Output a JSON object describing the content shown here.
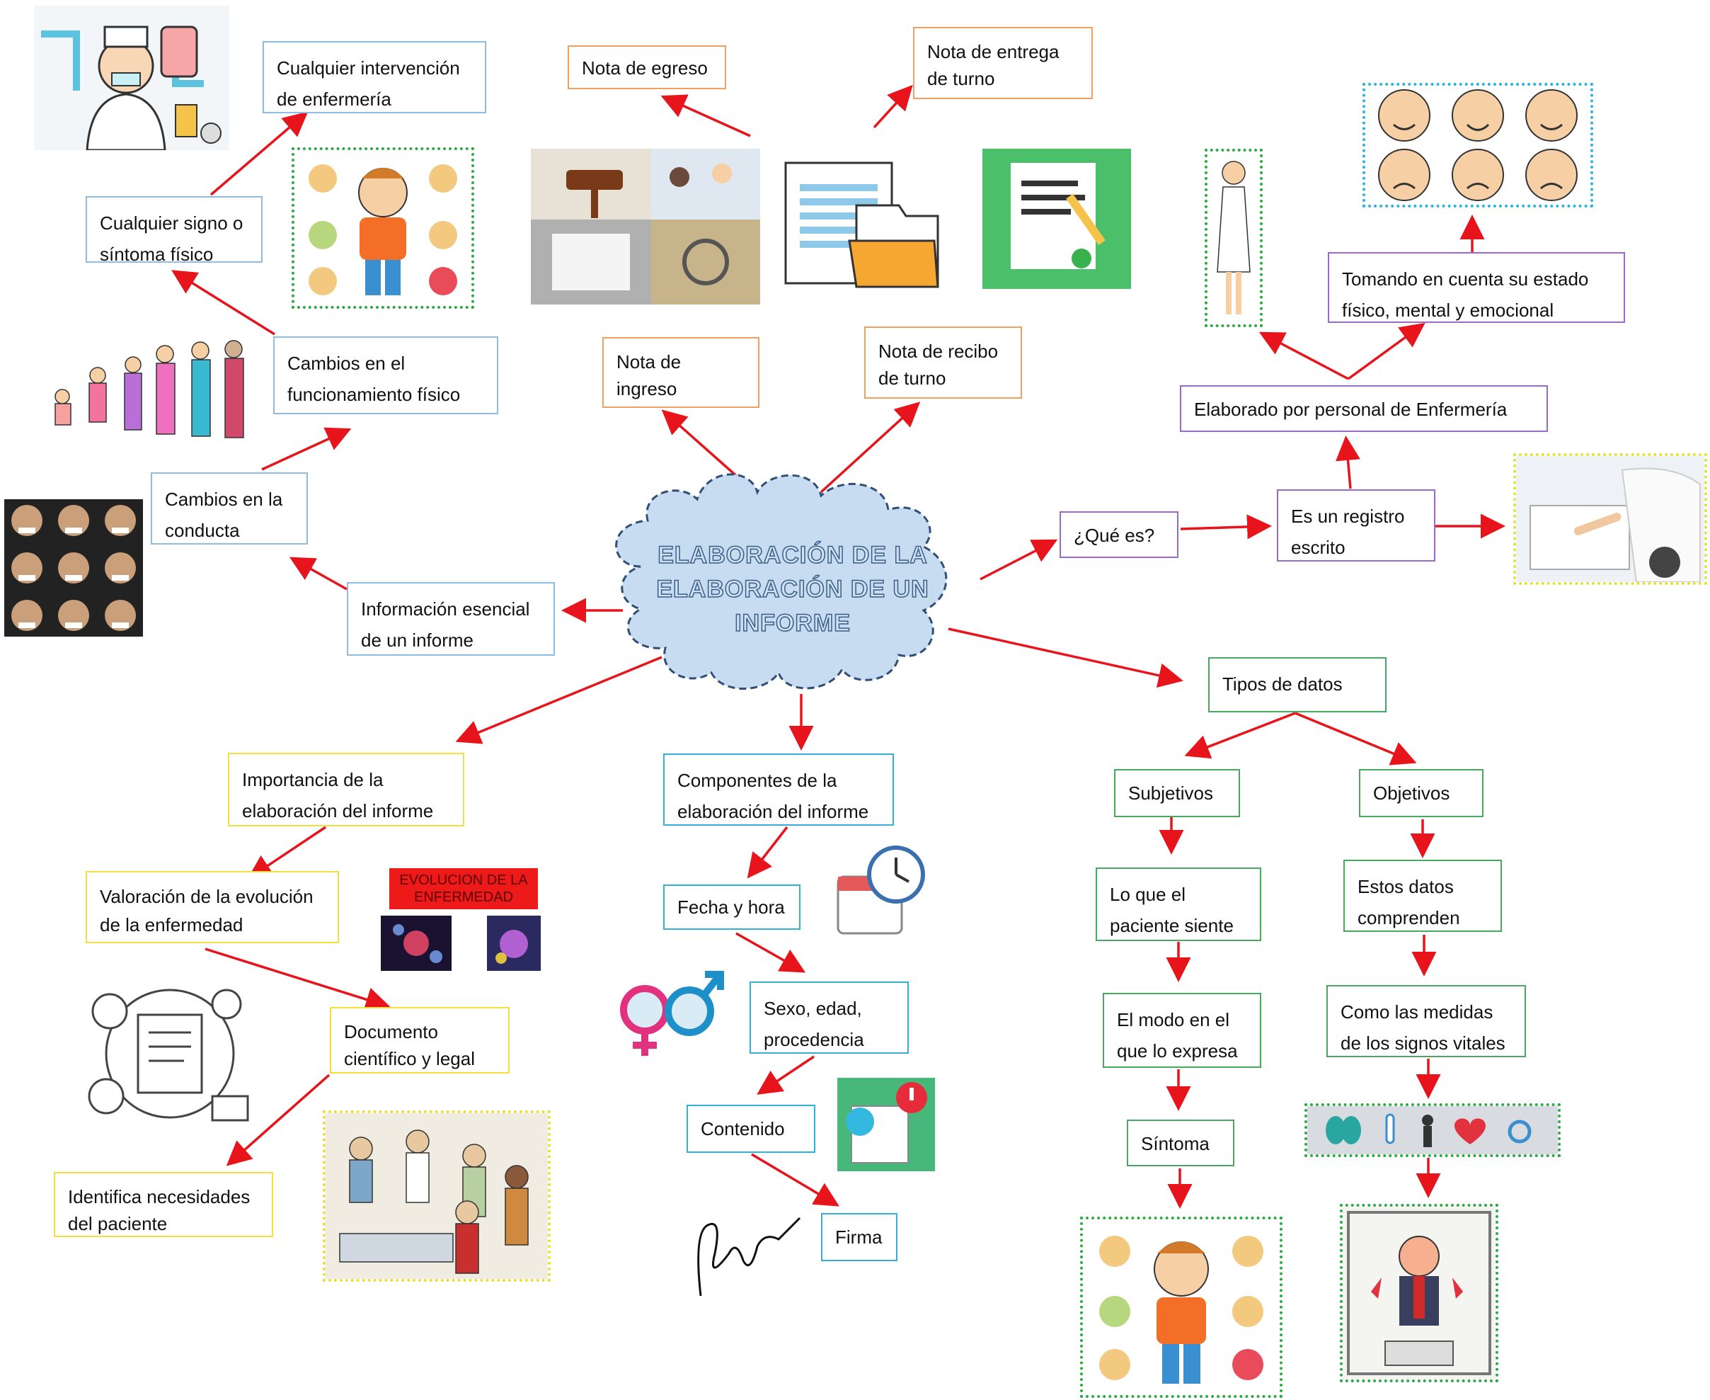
{
  "center": {
    "title": "ELABORACIÓN DE LA ELABORACIÓN DE UN INFORME"
  },
  "nodes": {
    "intervencion": "Cualquier intervención de enfermería",
    "signo": "Cualquier signo o síntoma físico",
    "funcionamiento": "Cambios en el funcionamiento físico",
    "conducta": "Cambios en la conducta",
    "info_esencial": "Información esencial de un informe",
    "nota_egreso": "Nota de egreso",
    "nota_entrega": "Nota de entrega de turno",
    "nota_ingreso": "Nota de ingreso",
    "nota_recibo": "Nota de recibo de turno",
    "tomando": "Tomando en cuenta su estado físico, mental y emocional",
    "elaborado": "Elaborado por personal de Enfermería",
    "que_es": "¿Qué es?",
    "registro": "Es un registro escrito",
    "tipos": "Tipos de datos",
    "subjetivos": "Subjetivos",
    "objetivos": "Objetivos",
    "lo_que": "Lo que el paciente siente",
    "modo": "El modo en el que lo expresa",
    "sintoma": "Síntoma",
    "estos_datos": "Estos datos comprenden",
    "medidas": "Como las medidas de los signos vitales",
    "importancia": "Importancia de la elaboración del informe",
    "valoracion": "Valoración de la evolución de la enfermedad",
    "documento": "Documento científico y legal",
    "identifica": "Identifica necesidades del paciente",
    "componentes": "Componentes de la elaboración del informe",
    "fecha": "Fecha y hora",
    "sexo": "Sexo, edad, procedencia",
    "contenido": "Contenido",
    "firma": "Firma"
  },
  "image_labels": {
    "evolucion_banner": "EVOLUCION DE LA ENFERMEDAD"
  },
  "icons": [
    "nurse-icon",
    "sick-child-icon",
    "family-generations-icon",
    "faces-grid-icon",
    "legal-documents-icon",
    "document-folder-icon",
    "signed-documents-icon",
    "standing-nurse-icon",
    "emotion-faces-icon",
    "doctor-writing-icon",
    "calendar-clock-icon",
    "gender-symbols-icon",
    "speech-question-icon",
    "signature-icon",
    "report-cycle-icon",
    "hospital-scene-icon",
    "virus-icon",
    "vital-signs-icon",
    "stomach-pain-icon"
  ],
  "colors": {
    "arrow": "#e8141c",
    "cloud_fill": "#c7dcf0",
    "cloud_stroke": "#2f4f78"
  }
}
